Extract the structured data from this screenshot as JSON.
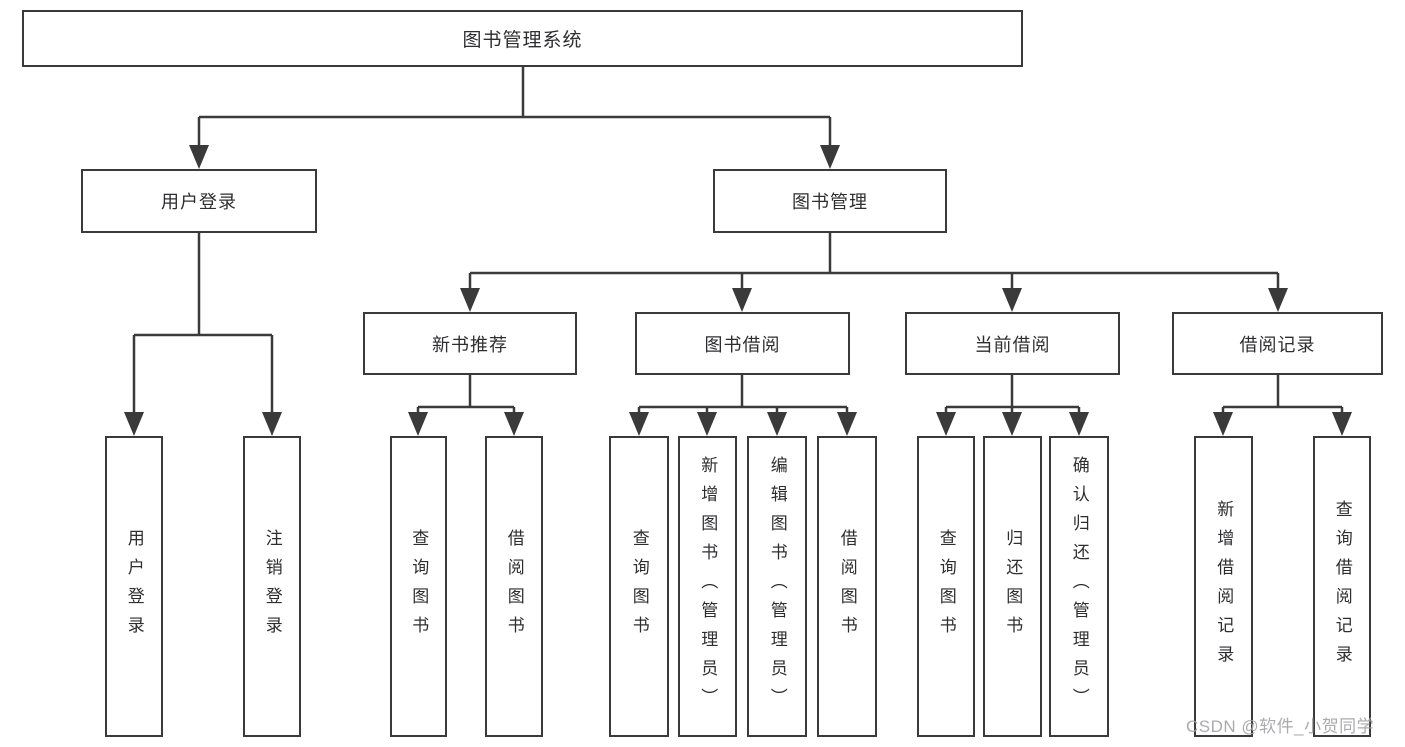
{
  "diagram_type": "hierarchy-tree",
  "tree": {
    "root": {
      "label": "图书管理系统"
    },
    "user_login": {
      "label": "用户登录",
      "children": [
        "用户登录",
        "注销登录"
      ]
    },
    "book_management": {
      "label": "图书管理",
      "sections": [
        {
          "label": "新书推荐",
          "children": [
            "查询图书",
            "借阅图书"
          ]
        },
        {
          "label": "图书借阅",
          "children": [
            "查询图书",
            "新增图书（管理员）",
            "编辑图书（管理员）",
            "借阅图书"
          ]
        },
        {
          "label": "当前借阅",
          "children": [
            "查询图书",
            "归还图书",
            "确认归还（管理员）"
          ]
        },
        {
          "label": "借阅记录",
          "children": [
            "新增借阅记录",
            "查询借阅记录"
          ]
        }
      ]
    }
  },
  "watermark": "CSDN @软件_小贺同学",
  "colors": {
    "line": "#3a3a3a",
    "text": "#2e2e30",
    "watermark": "#a2a2a6",
    "background": "#ffffff"
  }
}
